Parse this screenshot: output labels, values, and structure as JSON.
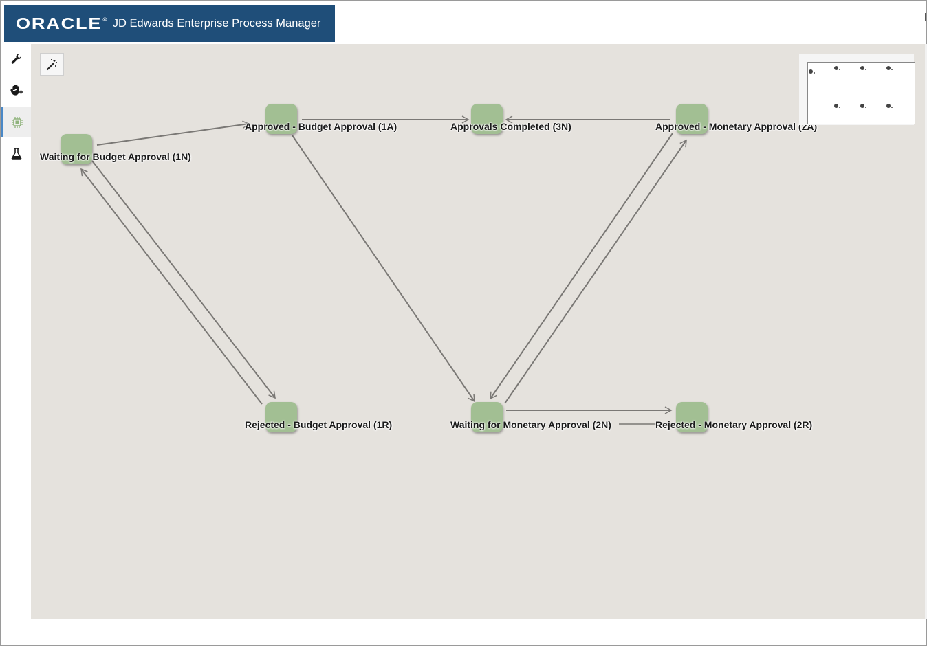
{
  "header": {
    "brand": "ORACLE",
    "brand_mark": "®",
    "title": "JD Edwards Enterprise Process Manager",
    "brand_color": "#1f4e79"
  },
  "sidebar": {
    "items": [
      {
        "icon": "wrench-icon",
        "active": false
      },
      {
        "icon": "hand-icon",
        "active": false
      },
      {
        "icon": "chip-icon",
        "active": true
      },
      {
        "icon": "flask-icon",
        "active": false
      }
    ]
  },
  "toolbar": {
    "magic_icon": "magic-wand-icon"
  },
  "diagram": {
    "node_color": "#a2bf93",
    "edge_color": "#7a7875",
    "nodes": [
      {
        "id": "1N",
        "label": "Waiting for Budget Approval (1N)"
      },
      {
        "id": "1A",
        "label": "Approved - Budget Approval (1A)"
      },
      {
        "id": "3N",
        "label": "Approvals Completed (3N)"
      },
      {
        "id": "2A",
        "label": "Approved - Monetary Approval (2A)"
      },
      {
        "id": "1R",
        "label": "Rejected - Budget Approval (1R)"
      },
      {
        "id": "2N",
        "label": "Waiting for Monetary Approval (2N)"
      },
      {
        "id": "2R",
        "label": "Rejected - Monetary Approval (2R)"
      }
    ],
    "edges": [
      {
        "from": "1N",
        "to": "1A"
      },
      {
        "from": "1A",
        "to": "3N"
      },
      {
        "from": "2A",
        "to": "3N"
      },
      {
        "from": "1N",
        "to": "1R"
      },
      {
        "from": "1R",
        "to": "1N"
      },
      {
        "from": "1A",
        "to": "2N"
      },
      {
        "from": "2A",
        "to": "2N"
      },
      {
        "from": "2N",
        "to": "2A"
      },
      {
        "from": "2N",
        "to": "2R"
      }
    ]
  },
  "overview": {
    "label": "overview-map"
  }
}
